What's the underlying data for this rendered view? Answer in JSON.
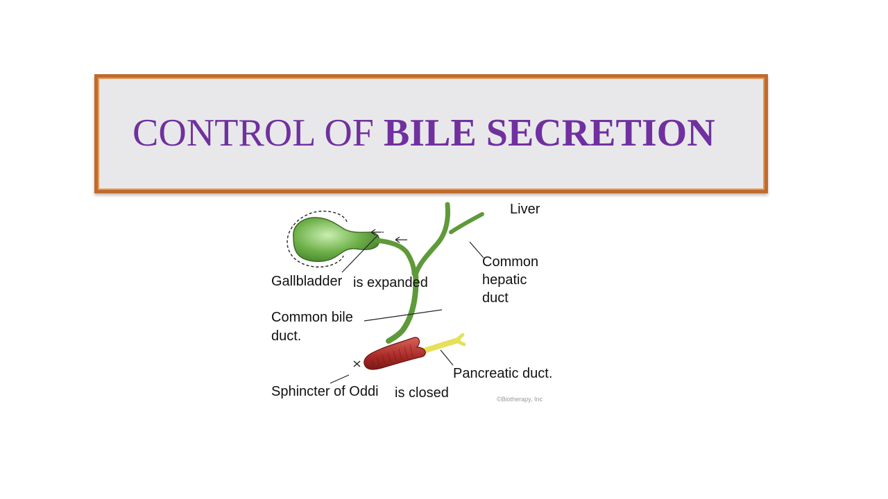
{
  "title": {
    "regular": "CONTROL OF ",
    "bold": "BILE  SECRETION"
  },
  "labels": {
    "liver": "Liver",
    "common_hepatic_1": "Common",
    "common_hepatic_2": "hepatic",
    "common_hepatic_3": "duct",
    "gallbladder": "Gallbladder",
    "is_expanded": "is expanded",
    "common_bile_1": "Common bile",
    "common_bile_2": "duct.",
    "pancreatic": "Pancreatic duct.",
    "sphincter": "Sphincter of Oddi",
    "is_closed": "is closed",
    "copyright": "©Biotherapy, Inc"
  },
  "colors": {
    "title": "#7030a0",
    "frame": "#c06a2e",
    "duct_green": "#5f9a3a",
    "sphincter_red": "#b8322e",
    "pancreatic_yellow": "#e6e05a"
  }
}
